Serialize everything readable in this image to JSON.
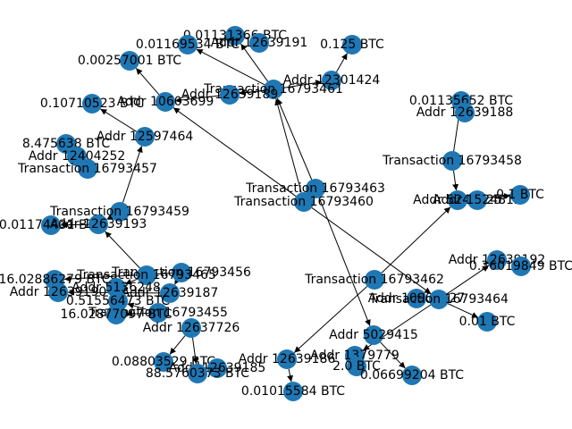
{
  "colors": {
    "node": "#1f77b4",
    "edge": "#000000",
    "background": "#ffffff",
    "label": "#000000"
  },
  "graph": {
    "nodes": [
      {
        "id": "n1",
        "label": "0.01131366 BTC"
      },
      {
        "id": "n2",
        "label": "0.01169534 BTC"
      },
      {
        "id": "n3",
        "label": "Addr 12639191"
      },
      {
        "id": "n4",
        "label": "0.125 BTC"
      },
      {
        "id": "n5",
        "label": "0.00257001 BTC"
      },
      {
        "id": "n6",
        "label": "Addr 12301424"
      },
      {
        "id": "n7",
        "label": "Transaction 16793461"
      },
      {
        "id": "n8",
        "label": "Addr 12639189"
      },
      {
        "id": "n9",
        "label": "Addr 10603699"
      },
      {
        "id": "n10",
        "label": "0.10710523 BTC"
      },
      {
        "id": "n11",
        "label": "0.01135652 BTC"
      },
      {
        "id": "n12",
        "label": "Addr 12639188"
      },
      {
        "id": "n13",
        "label": "Addr 12597464"
      },
      {
        "id": "n14",
        "label": "8.475638 BTC"
      },
      {
        "id": "n15",
        "label": "Addr 12404252"
      },
      {
        "id": "n16",
        "label": "Transaction 16793457"
      },
      {
        "id": "n17",
        "label": "Transaction 16793458"
      },
      {
        "id": "n18",
        "label": "Transaction 16793463"
      },
      {
        "id": "n19",
        "label": "Transaction 16793460"
      },
      {
        "id": "n20",
        "label": "Addr 5242925"
      },
      {
        "id": "n21",
        "label": "Addr 1524812"
      },
      {
        "id": "n22",
        "label": "0.1 BTC"
      },
      {
        "id": "n23",
        "label": "Transaction 16793459"
      },
      {
        "id": "n24",
        "label": "0.01174431 BTC"
      },
      {
        "id": "n25",
        "label": "Addr 12639193"
      },
      {
        "id": "n26",
        "label": "Addr 12639192"
      },
      {
        "id": "n27",
        "label": "0.36019849 BTC"
      },
      {
        "id": "n28",
        "label": "Transaction 16793456"
      },
      {
        "id": "n29",
        "label": "Transaction 16793465"
      },
      {
        "id": "n30",
        "label": "16.02886279 BTC"
      },
      {
        "id": "n31",
        "label": "Addr 12639190"
      },
      {
        "id": "n32",
        "label": "Addr 5136248"
      },
      {
        "id": "n33",
        "label": "Addr 12639187"
      },
      {
        "id": "n34",
        "label": "Transaction 16793462"
      },
      {
        "id": "n35",
        "label": "Addr 10900227"
      },
      {
        "id": "n36",
        "label": "Transaction 16793464"
      },
      {
        "id": "n37",
        "label": "0.51556473 BTC"
      },
      {
        "id": "n38",
        "label": "Transaction 16793455"
      },
      {
        "id": "n39",
        "label": "16.02877097 BTC"
      },
      {
        "id": "n40",
        "label": "0.01 BTC"
      },
      {
        "id": "n41",
        "label": "Addr 12637726"
      },
      {
        "id": "n42",
        "label": "Addr 5029415"
      },
      {
        "id": "n43",
        "label": "Addr 1379779"
      },
      {
        "id": "n44",
        "label": "0.08803529 BTC"
      },
      {
        "id": "n45",
        "label": "Addr 12639185"
      },
      {
        "id": "n46",
        "label": "88.5760373 BTC"
      },
      {
        "id": "n47",
        "label": "Addr 12639186"
      },
      {
        "id": "n48",
        "label": "2.0 BTC"
      },
      {
        "id": "n49",
        "label": "0.06699204 BTC"
      },
      {
        "id": "n50",
        "label": "0.01015584 BTC"
      }
    ]
  }
}
